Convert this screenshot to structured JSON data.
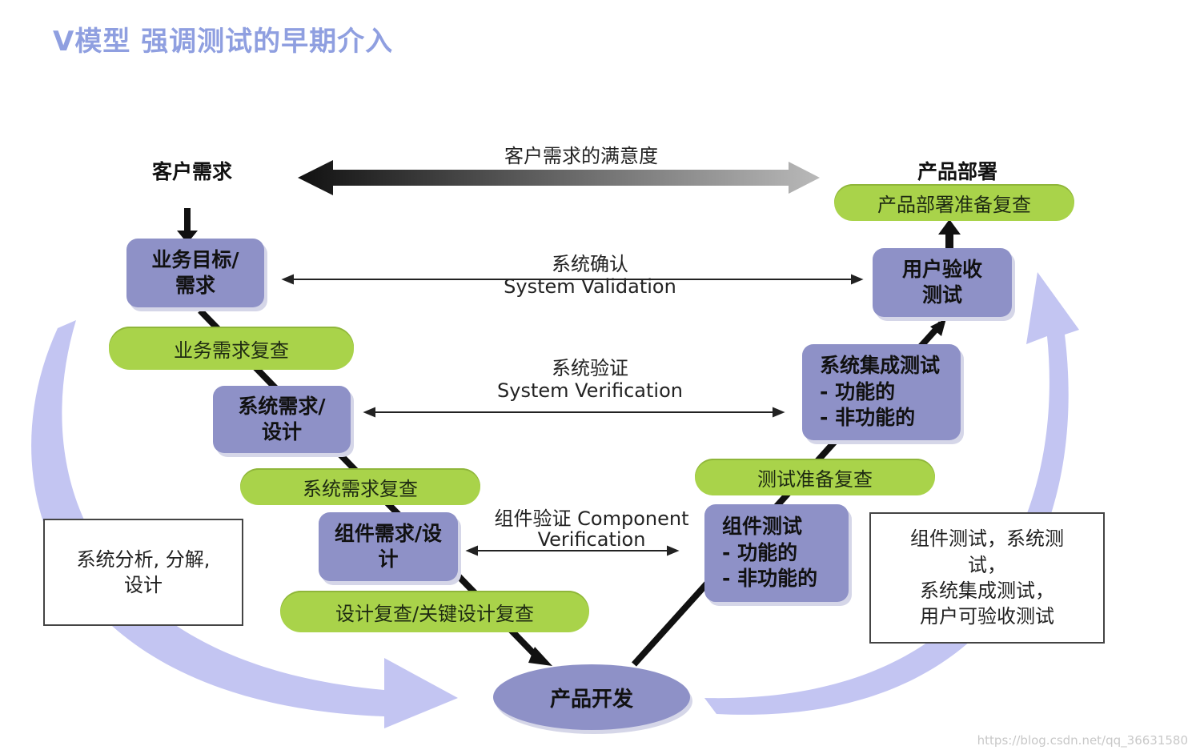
{
  "title": "V模型 强调测试的早期介入",
  "top": {
    "left_label": "客户需求",
    "right_label": "产品部署",
    "satisfaction": "客户需求的满意度"
  },
  "left_boxes": {
    "business": "业务目标/\n需求",
    "system_req": "系统需求/\n设计",
    "component_req": "组件需求/设\n计"
  },
  "left_pills": {
    "business_review": "业务需求复查",
    "system_review": "系统需求复查",
    "design_review": "设计复查/关键设计复查"
  },
  "right_boxes": {
    "uat": "用户验收\n测试",
    "sit": "系统集成测试\n- 功能的\n- 非功能的",
    "component_test": "组件测试\n- 功能的\n- 非功能的"
  },
  "right_pills": {
    "deploy_review": "产品部署准备复查",
    "test_readiness": "测试准备复查"
  },
  "middle": {
    "validation_cn": "系统确认",
    "validation_en": "System Validation",
    "verification_cn": "系统验证",
    "verification_en": "System Verification",
    "component_line1": "组件验证 Component",
    "component_line2": "Verification"
  },
  "bottom": {
    "develop": "产品开发"
  },
  "notes": {
    "left": "系统分析, 分解,\n设计",
    "right": "组件测试，系统测\n试，\n系统集成测试，\n用户可验收测试"
  },
  "watermark": "https://blog.csdn.net/qq_36631580",
  "colors": {
    "box": "#8e91c7",
    "pill": "#a9d34a",
    "arc": "#c3c5f2",
    "title": "#8f9fe0"
  }
}
